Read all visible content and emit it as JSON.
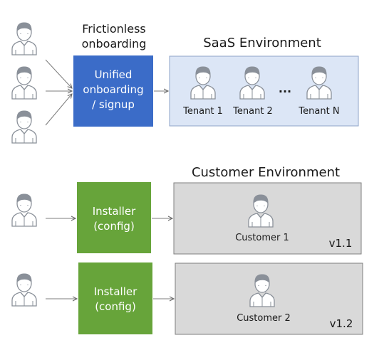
{
  "saas": {
    "onboarding_title_line1": "Frictionless",
    "onboarding_title_line2": "onboarding",
    "box_line1": "Unified",
    "box_line2": "onboarding",
    "box_line3": "/ signup",
    "environment_title": "SaaS Environment",
    "tenants": [
      "Tenant 1",
      "Tenant 2",
      "Tenant N"
    ],
    "ellipsis": "...",
    "colors": {
      "onboarding_box": "#3b6cc8",
      "environment_bg": "#dce6f6",
      "environment_border": "#8fa4c8"
    }
  },
  "customer": {
    "environment_title": "Customer Environment",
    "installer_line1": "Installer",
    "installer_line2": "(config)",
    "customers": [
      {
        "label": "Customer 1",
        "version": "v1.1"
      },
      {
        "label": "Customer 2",
        "version": "v1.2"
      }
    ],
    "colors": {
      "installer_box": "#67a43a",
      "environment_bg": "#d9d9d9",
      "environment_border": "#7f7f7f"
    }
  },
  "icons": {
    "user": "user-icon"
  }
}
